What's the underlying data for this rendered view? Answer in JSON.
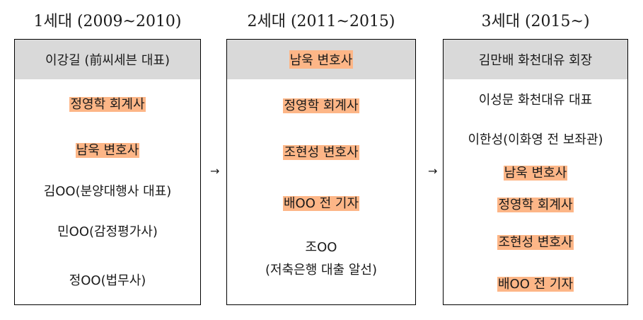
{
  "colors": {
    "highlight": "#fdb687",
    "header_bg": "#d9d9d9",
    "border": "#000000"
  },
  "arrows": [
    "→",
    "→"
  ],
  "generations": [
    {
      "title": "1세대 (2009~2010)",
      "header": {
        "text": "이강길 (前씨세븐 대표)",
        "highlighted": false
      },
      "items": [
        {
          "text": "정영학 회계사",
          "highlighted": true
        },
        {
          "text": "남욱 변호사",
          "highlighted": true
        },
        {
          "text": "김OO(분양대행사 대표)",
          "highlighted": false
        },
        {
          "text": "민OO(감정평가사)",
          "highlighted": false
        },
        {
          "text": "정OO(법무사)",
          "highlighted": false
        }
      ]
    },
    {
      "title": "2세대 (2011~2015)",
      "header": {
        "text": "남욱 변호사",
        "highlighted": true
      },
      "items": [
        {
          "text": "정영학 회계사",
          "highlighted": true
        },
        {
          "text": "조현성 변호사",
          "highlighted": true
        },
        {
          "text": "배OO 전 기자",
          "highlighted": true
        },
        {
          "text": "조OO",
          "highlighted": false
        },
        {
          "text": "(저축은행 대출 알선)",
          "highlighted": false
        }
      ]
    },
    {
      "title": "3세대 (2015~)",
      "header": {
        "text": "김만배 화천대유 회장",
        "highlighted": false
      },
      "items": [
        {
          "text": "이성문 화천대유 대표",
          "highlighted": false
        },
        {
          "text": "이한성(이화영 전 보좌관)",
          "highlighted": false
        },
        {
          "text": "남욱 변호사",
          "highlighted": true
        },
        {
          "text": "정영학 회계사",
          "highlighted": true
        },
        {
          "text": "조현성 변호사",
          "highlighted": true
        },
        {
          "text": "배OO 전 기자",
          "highlighted": true
        }
      ]
    }
  ]
}
